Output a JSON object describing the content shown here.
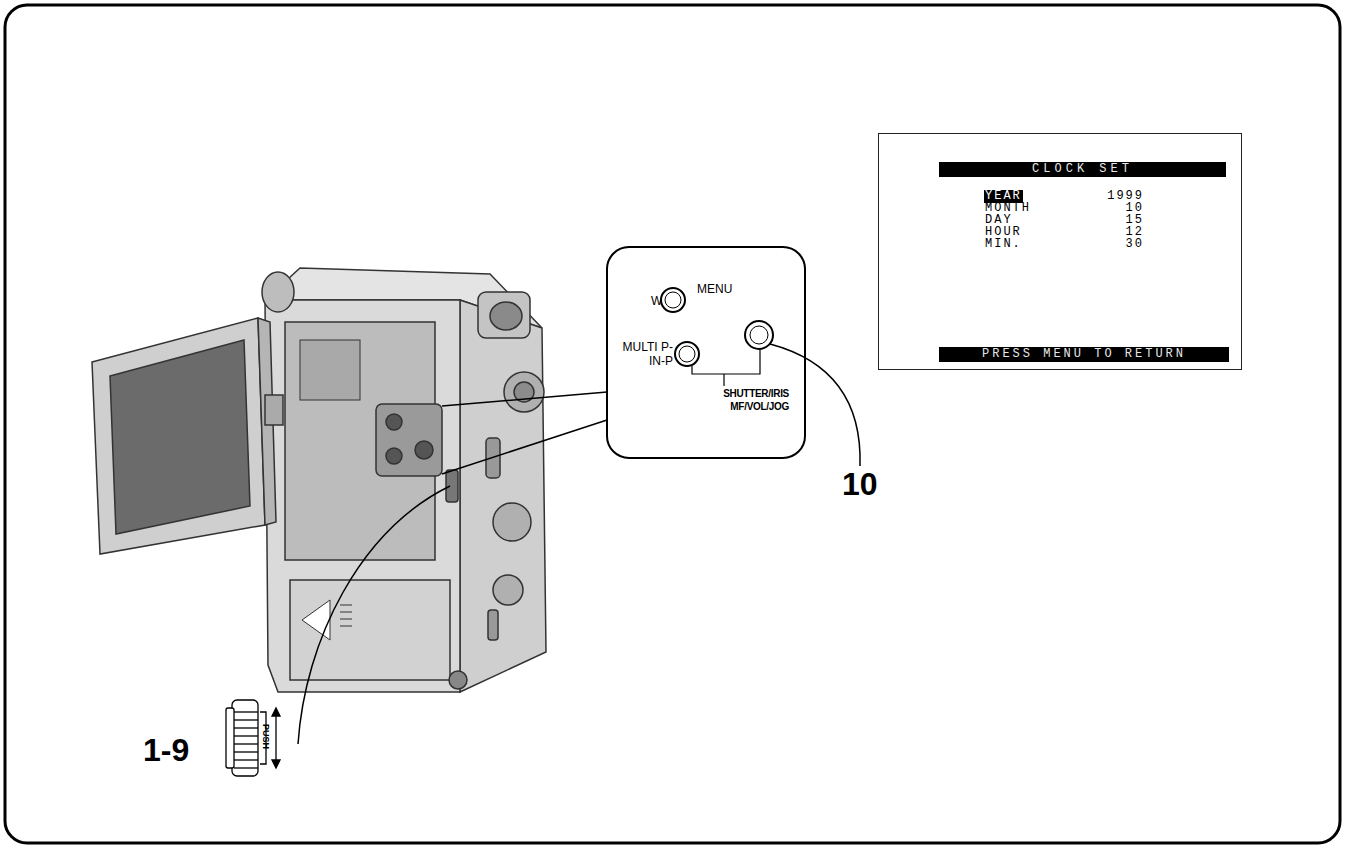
{
  "diagram": {
    "nodes": [
      {
        "text": [
          "CLOCK SET",
          "PRESS MENU TO RETURN"
        ]
      },
      {
        "text": [
          "W.B",
          "MENU",
          "MULTI P-IN-P",
          "SHUTTER/IRIS MF/VOL/JOG"
        ]
      }
    ],
    "labels": [
      "10",
      "1-9",
      "PUSH",
      "YEAR",
      "1999",
      "MONTH",
      "10",
      "DAY",
      "15",
      "HOUR",
      "12",
      "MIN.",
      "30"
    ]
  }
}
